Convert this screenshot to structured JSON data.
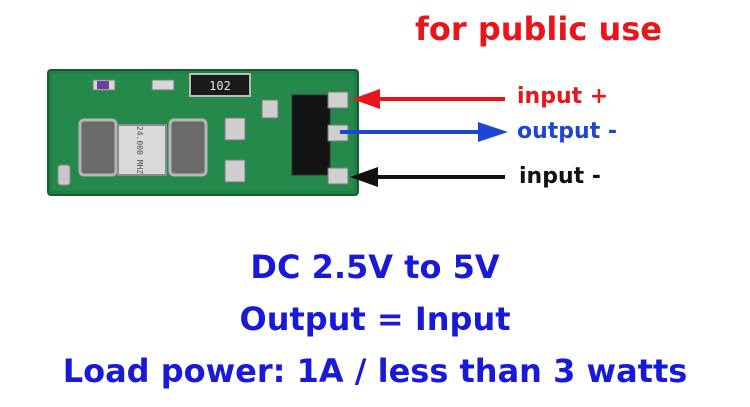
{
  "headline": "for public use",
  "pins": [
    {
      "label": "input +",
      "color": "#e8151b"
    },
    {
      "label": "output -",
      "color": "#1e46d4"
    },
    {
      "label": "input -",
      "color": "#111111"
    }
  ],
  "component_markings": {
    "resistor": "102",
    "crystal": "24.000 MHZ"
  },
  "specs": {
    "line1": "DC 2.5V to 5V",
    "line2": "Output = Input",
    "line3": "Load power: 1A / less than 3 watts"
  },
  "colors": {
    "pcb": "#1f7f45",
    "spec_text": "#1919d8",
    "headline": "#e8151b"
  }
}
